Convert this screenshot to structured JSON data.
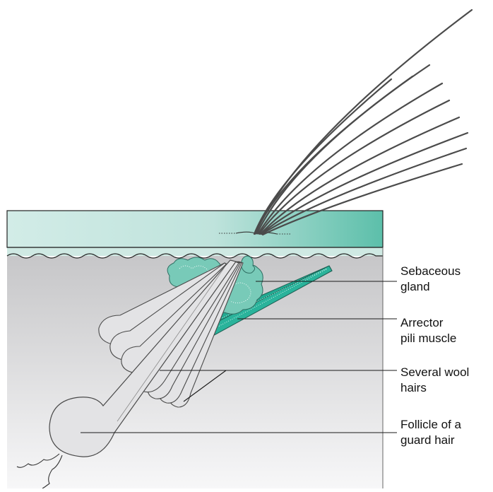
{
  "colors": {
    "epidermis_light": "#d2ece7",
    "epidermis_dark": "#5cbfaa",
    "dermis_top": "#c9c9cb",
    "dermis_bottom": "#f6f6f7",
    "teal": "#22a991",
    "gland": "#78cab8",
    "hair_fill": "#e3e3e5",
    "hair_stroke": "#4a4a4a"
  },
  "labels": {
    "sebaceous_gland": [
      "Sebaceous",
      "gland"
    ],
    "arrector_pili": [
      "Arrector",
      "pili muscle"
    ],
    "wool_hairs": [
      "Several wool",
      "hairs"
    ],
    "guard_follicle": [
      "Follicle of a",
      "guard hair"
    ]
  }
}
